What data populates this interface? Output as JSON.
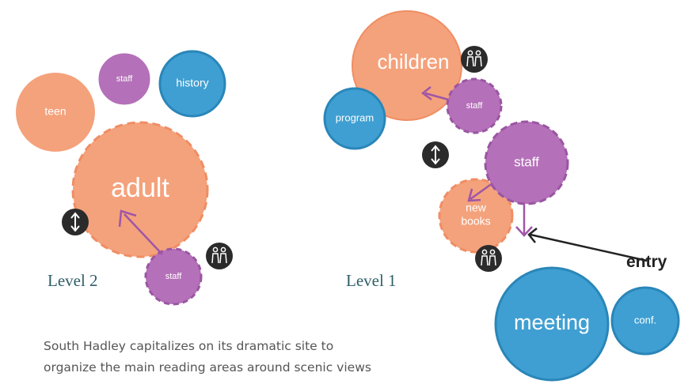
{
  "colors": {
    "teen": "#f4a27c",
    "orange": "#f4a27c",
    "purple": "#b470b8",
    "blue": "#3f9fd2",
    "dark": "#2b2b2b",
    "arrow_purple": "#9f56a7"
  },
  "level2": {
    "label": "Level 2",
    "bubbles": {
      "teen": "teen",
      "staff_top": "staff",
      "history": "history",
      "adult": "adult",
      "staff_bottom": "staff"
    },
    "icons": [
      "elevator-icon",
      "restroom-icon"
    ]
  },
  "level1": {
    "label": "Level 1",
    "bubbles": {
      "children": "children",
      "program": "program",
      "staff_small": "staff",
      "staff_large": "staff",
      "new_books_line1": "new",
      "new_books_line2": "books",
      "meeting": "meeting",
      "conf": "conf."
    },
    "icons": [
      "restroom-icon",
      "elevator-icon",
      "restroom-icon"
    ],
    "entry_label": "entry"
  },
  "caption": {
    "line1": "South Hadley capitalizes on its dramatic site to",
    "line2": "organize the main reading areas around scenic views"
  }
}
